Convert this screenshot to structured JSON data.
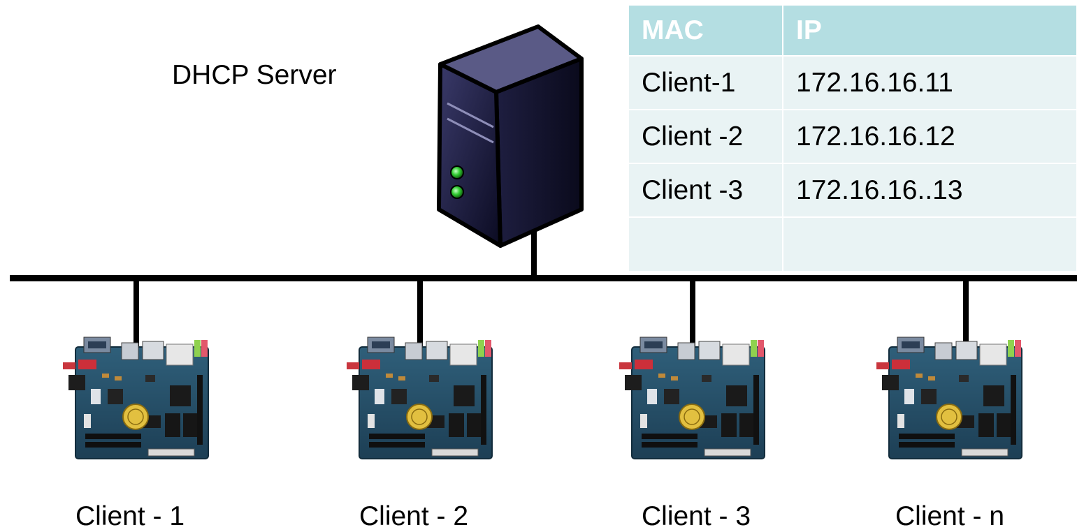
{
  "server": {
    "label": "DHCP Server",
    "icon": "server-tower-icon"
  },
  "lease_table": {
    "headers": [
      "MAC",
      "IP"
    ],
    "rows": [
      [
        "Client-1",
        "172.16.16.11"
      ],
      [
        "Client -2",
        "172.16.16.12"
      ],
      [
        "Client -3",
        "172.16.16..13"
      ],
      [
        "",
        ""
      ]
    ],
    "header_color": "#b4dee2",
    "row_color": "#e9f3f4"
  },
  "clients": [
    {
      "label": "Client - 1",
      "icon": "circuit-board-icon"
    },
    {
      "label": "Client - 2",
      "icon": "circuit-board-icon"
    },
    {
      "label": "Client - 3",
      "icon": "circuit-board-icon"
    },
    {
      "label": "Client - n",
      "icon": "circuit-board-icon"
    }
  ]
}
